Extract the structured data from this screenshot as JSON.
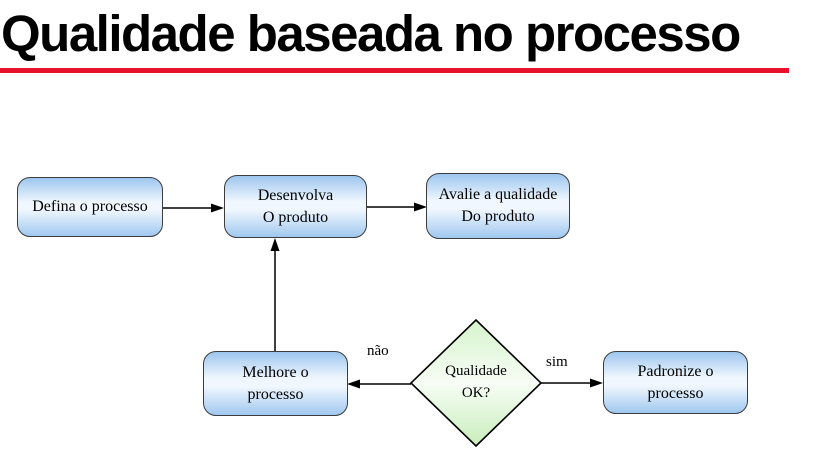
{
  "slide": {
    "title": "Qualidade baseada no processo"
  },
  "colors": {
    "accent_red": "#e8112d",
    "arrow_black": "#000000",
    "node_border": "#3c3c3c",
    "node_grad_top": "#9dc6ef",
    "node_grad_mid": "#f0f7fe",
    "node_grad_bottom": "#a0c8f0",
    "diamond_grad_top": "#d6f4cc",
    "diamond_grad_mid": "#f7fdf5",
    "diamond_grad_bottom": "#c8eebb",
    "text": "#000000"
  },
  "flowchart": {
    "nodes": {
      "defina": {
        "line1": "Defina o processo"
      },
      "desenvolva": {
        "line1": "Desenvolva",
        "line2": "O produto"
      },
      "avalie": {
        "line1": "Avalie a qualidade",
        "line2": "Do produto"
      },
      "melhore": {
        "line1": "Melhore o",
        "line2": "processo"
      },
      "decision": {
        "line1": "Qualidade",
        "line2": "OK?"
      },
      "padronize": {
        "line1": "Padronize o",
        "line2": "processo"
      }
    },
    "edge_labels": {
      "nao": "não",
      "sim": "sim"
    }
  }
}
